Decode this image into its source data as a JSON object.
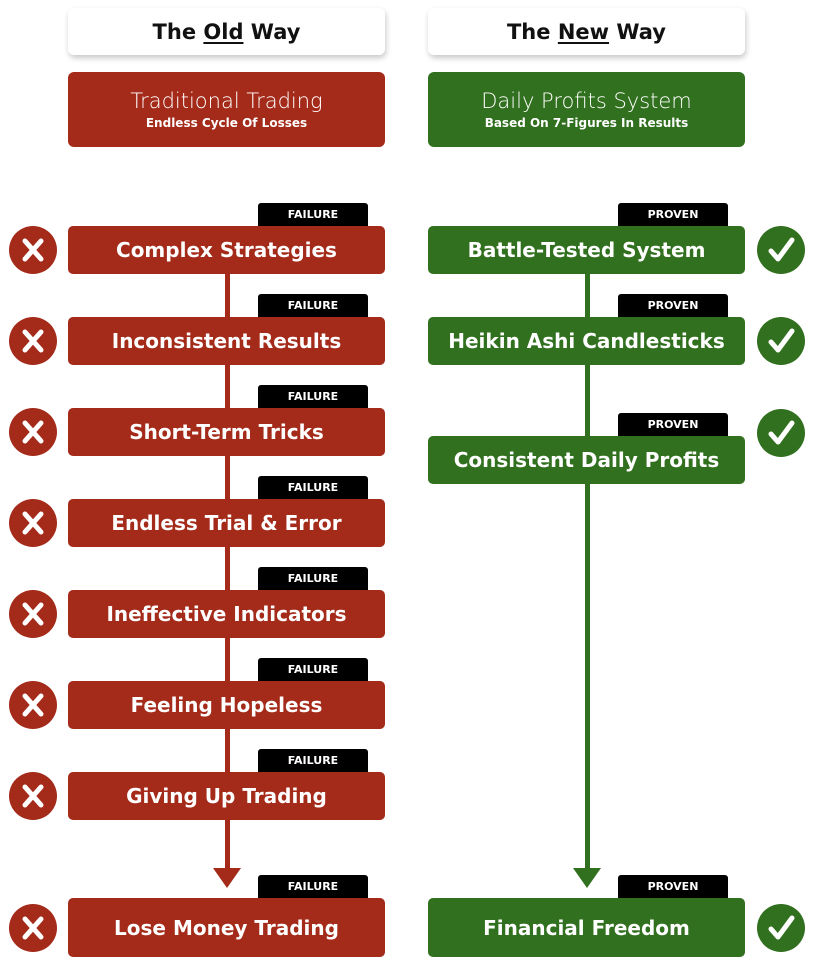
{
  "old": {
    "header": {
      "pre": "The ",
      "mid": "Old",
      "post": " Way"
    },
    "title": "Traditional Trading",
    "subtitle": "Endless Cycle Of Losses",
    "tag": "FAILURE",
    "icon": "x-circle-icon",
    "color": "#a42a19",
    "items": [
      "Complex Strategies",
      "Inconsistent Results",
      "Short-Term Tricks",
      "Endless Trial & Error",
      "Ineffective Indicators",
      "Feeling Hopeless",
      "Giving Up Trading",
      "Lose Money Trading"
    ]
  },
  "new": {
    "header": {
      "pre": "The ",
      "mid": "New",
      "post": " Way"
    },
    "title": "Daily Profits System",
    "subtitle": "Based On 7-Figures In Results",
    "tag": "PROVEN",
    "icon": "check-circle-icon",
    "color": "#31701e",
    "items": [
      "Battle-Tested System",
      "Heikin Ashi Candlesticks",
      "Consistent Daily Profits",
      "Financial Freedom"
    ]
  }
}
